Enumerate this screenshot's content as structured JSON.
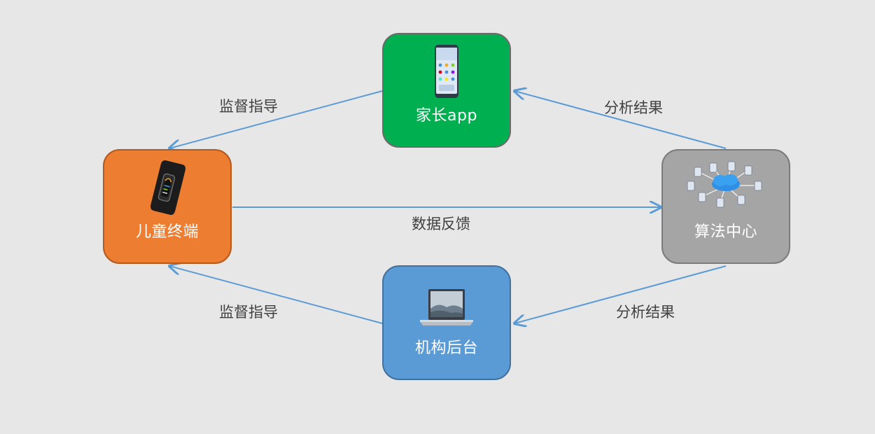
{
  "nodes": {
    "parent_app": {
      "label": "家长app",
      "icon": "smartphone-icon",
      "color": "#00b050"
    },
    "child_terminal": {
      "label": "儿童终端",
      "icon": "smartwatch-icon",
      "color": "#ed7d31"
    },
    "algorithm_center": {
      "label": "算法中心",
      "icon": "server-cloud-icon",
      "color": "#a5a5a5"
    },
    "org_backend": {
      "label": "机构后台",
      "icon": "laptop-icon",
      "color": "#5b9bd5"
    }
  },
  "edges": {
    "parent_to_child": "监督指导",
    "algo_to_parent": "分析结果",
    "child_to_algo": "数据反馈",
    "org_to_child": "监督指导",
    "algo_to_org": "分析结果"
  },
  "colors": {
    "arrow": "#5b9bd5",
    "background": "#e7e7e7"
  }
}
